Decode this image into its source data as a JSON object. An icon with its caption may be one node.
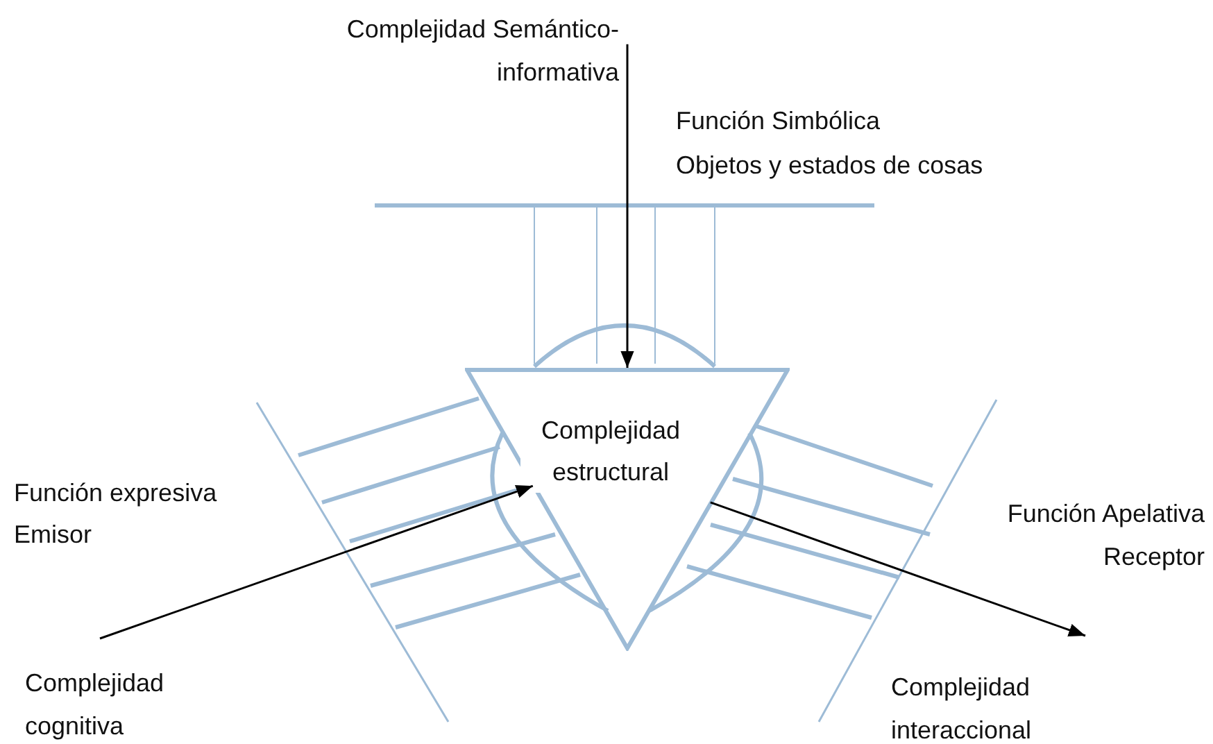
{
  "diagram": {
    "nodes": [
      {
        "text": [
          "Complejidad estructural"
        ]
      },
      {
        "text": [
          "Complejidad Semántico-informativa"
        ]
      },
      {
        "text": [
          "Complejidad cognitiva"
        ]
      },
      {
        "text": [
          "Complejidad interaccional"
        ]
      }
    ],
    "edges": [
      {
        "from": 1,
        "to": 0,
        "arrow": "to"
      },
      {
        "from": 2,
        "to": 0,
        "arrow": "to"
      },
      {
        "from": 0,
        "to": 3,
        "arrow": "to"
      }
    ],
    "labels": [
      "Función Simbólica",
      "Objetos y estados de cosas",
      "Función expresiva",
      "Emisor",
      "Función Apelativa",
      "Receptor"
    ]
  }
}
